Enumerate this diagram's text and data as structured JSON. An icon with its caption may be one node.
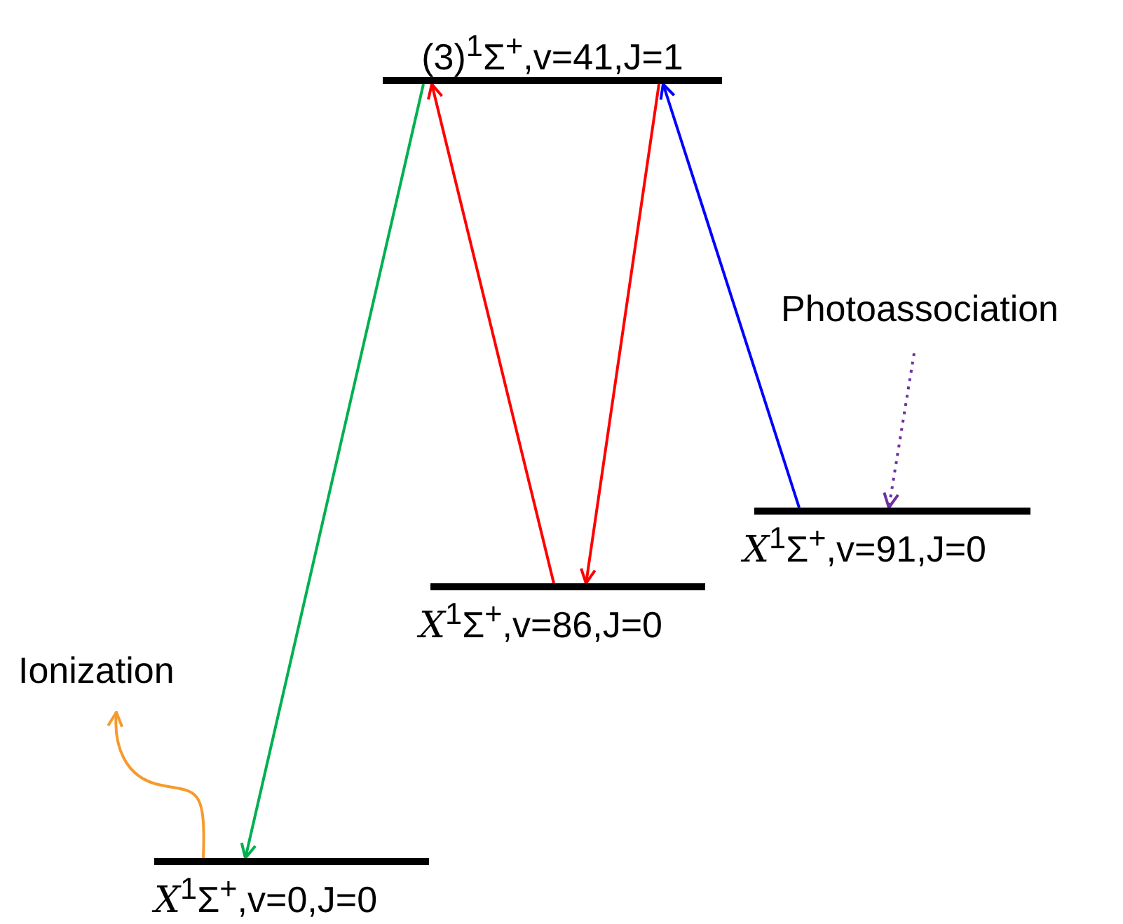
{
  "diagram": {
    "nodes": [
      {
        "text": [
          "(3)$^{1}$Σ$^{+}$,v=41,J=1"
        ]
      },
      {
        "text": [
          "*X*$^{1}$Σ$^{+}$,v=86,J=0"
        ]
      },
      {
        "text": [
          "*X*$^{1}$Σ$^{+}$,v=91,J=0"
        ]
      },
      {
        "text": [
          "*X*$^{1}$Σ$^{+}$,v=0,J=0"
        ]
      }
    ],
    "edges": [
      {
        "from": 0,
        "to": 3,
        "arrow": "to",
        "color": "#00b050"
      },
      {
        "from": 1,
        "to": 0,
        "arrow": "to",
        "color": "#ff0000"
      },
      {
        "from": 0,
        "to": 1,
        "arrow": "to",
        "color": "#ff0000"
      },
      {
        "from": 2,
        "to": 0,
        "arrow": "to",
        "color": "#0000ff"
      },
      {
        "from": null,
        "to": 2,
        "arrow": "to",
        "style": "dashed",
        "color": "#7030a0"
      },
      {
        "from": 3,
        "to": null,
        "arrow": "to",
        "color": "#f79a2c"
      }
    ],
    "labels": [
      "Photoassociation",
      "Ionization"
    ]
  }
}
